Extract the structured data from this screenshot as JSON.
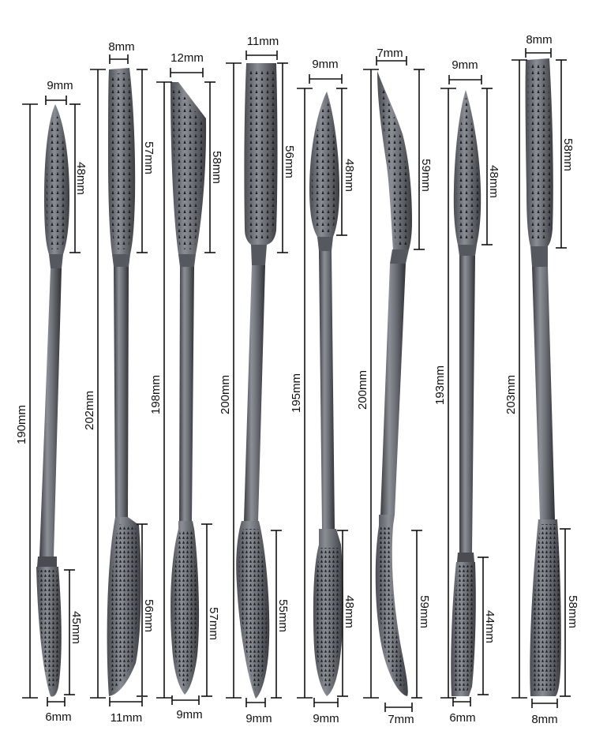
{
  "colors": {
    "background": "#ffffff",
    "metal_light": "#8c8f96",
    "metal_mid": "#5e6168",
    "metal_dark": "#34363b",
    "tooth": "#1c1d20",
    "dimension": "#111111"
  },
  "tools": [
    {
      "name": "rasp-1",
      "length_label": "190mm",
      "top_width_label": "9mm",
      "top_length_label": "48mm",
      "bottom_width_label": "6mm",
      "bottom_length_label": "45mm"
    },
    {
      "name": "rasp-2",
      "length_label": "202mm",
      "top_width_label": "8mm",
      "top_length_label": "57mm",
      "bottom_width_label": "11mm",
      "bottom_length_label": "56mm"
    },
    {
      "name": "rasp-3",
      "length_label": "198mm",
      "top_width_label": "12mm",
      "top_length_label": "58mm",
      "bottom_width_label": "9mm",
      "bottom_length_label": "57mm"
    },
    {
      "name": "rasp-4",
      "length_label": "200mm",
      "top_width_label": "11mm",
      "top_length_label": "56mm",
      "bottom_width_label": "9mm",
      "bottom_length_label": "55mm"
    },
    {
      "name": "rasp-5",
      "length_label": "195mm",
      "top_width_label": "9mm",
      "top_length_label": "48mm",
      "bottom_width_label": "9mm",
      "bottom_length_label": "48mm"
    },
    {
      "name": "rasp-6",
      "length_label": "200mm",
      "top_width_label": "7mm",
      "top_length_label": "59mm",
      "bottom_width_label": "7mm",
      "bottom_length_label": "59mm"
    },
    {
      "name": "rasp-7",
      "length_label": "193mm",
      "top_width_label": "9mm",
      "top_length_label": "48mm",
      "bottom_width_label": "6mm",
      "bottom_length_label": "44mm"
    },
    {
      "name": "rasp-8",
      "length_label": "203mm",
      "top_width_label": "8mm",
      "top_length_label": "58mm",
      "bottom_width_label": "8mm",
      "bottom_length_label": "58mm"
    }
  ]
}
